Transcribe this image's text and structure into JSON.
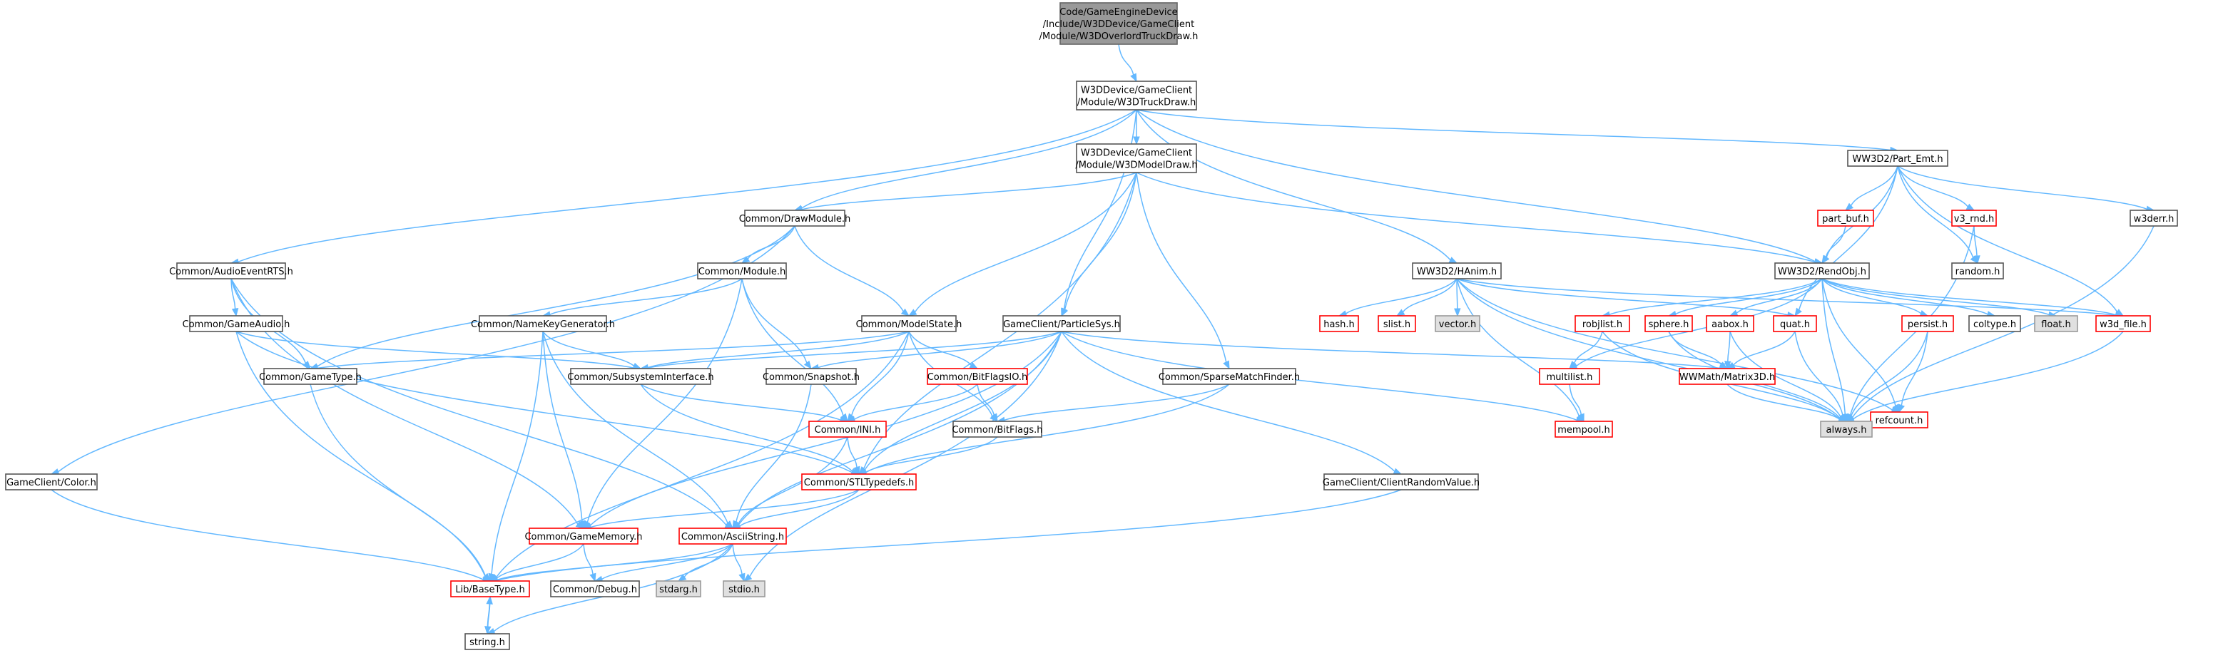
{
  "graph_title": "",
  "nodes": [
    {
      "id": "root",
      "lines": [
        "Code/GameEngineDevice",
        "/Include/W3DDevice/GameClient",
        "/Module/W3DOverlordTruckDraw.h"
      ],
      "style": "root",
      "link": false
    },
    {
      "id": "truckdraw",
      "lines": [
        "W3DDevice/GameClient",
        "/Module/W3DTruckDraw.h"
      ],
      "style": "plain",
      "link": true
    },
    {
      "id": "modeldraw",
      "lines": [
        "W3DDevice/GameClient",
        "/Module/W3DModelDraw.h"
      ],
      "style": "plain",
      "link": true
    },
    {
      "id": "partemt",
      "lines": [
        "WW3D2/Part_Emt.h"
      ],
      "style": "plain",
      "link": true
    },
    {
      "id": "drawmodule",
      "lines": [
        "Common/DrawModule.h"
      ],
      "style": "plain",
      "link": true
    },
    {
      "id": "audioevent",
      "lines": [
        "Common/AudioEventRTS.h"
      ],
      "style": "plain",
      "link": true
    },
    {
      "id": "module",
      "lines": [
        "Common/Module.h"
      ],
      "style": "plain",
      "link": true
    },
    {
      "id": "hanim",
      "lines": [
        "WW3D2/HAnim.h"
      ],
      "style": "plain",
      "link": true
    },
    {
      "id": "partbuf",
      "lines": [
        "part_buf.h"
      ],
      "style": "red",
      "link": true
    },
    {
      "id": "v3rnd",
      "lines": [
        "v3_rnd.h"
      ],
      "style": "red",
      "link": true
    },
    {
      "id": "w3derr",
      "lines": [
        "w3derr.h"
      ],
      "style": "plain",
      "link": true
    },
    {
      "id": "rendobj",
      "lines": [
        "WW3D2/RendObj.h"
      ],
      "style": "plain",
      "link": true
    },
    {
      "id": "random",
      "lines": [
        "random.h"
      ],
      "style": "plain",
      "link": true
    },
    {
      "id": "gameaudio",
      "lines": [
        "Common/GameAudio.h"
      ],
      "style": "plain",
      "link": true
    },
    {
      "id": "namekey",
      "lines": [
        "Common/NameKeyGenerator.h"
      ],
      "style": "plain",
      "link": true
    },
    {
      "id": "modelstate",
      "lines": [
        "Common/ModelState.h"
      ],
      "style": "plain",
      "link": true
    },
    {
      "id": "particlesys",
      "lines": [
        "GameClient/ParticleSys.h"
      ],
      "style": "plain",
      "link": true
    },
    {
      "id": "hash",
      "lines": [
        "hash.h"
      ],
      "style": "red",
      "link": true
    },
    {
      "id": "slist",
      "lines": [
        "slist.h"
      ],
      "style": "red",
      "link": true
    },
    {
      "id": "vector",
      "lines": [
        "vector.h"
      ],
      "style": "grey",
      "link": false
    },
    {
      "id": "robjlist",
      "lines": [
        "robjlist.h"
      ],
      "style": "red",
      "link": true
    },
    {
      "id": "sphere",
      "lines": [
        "sphere.h"
      ],
      "style": "red",
      "link": true
    },
    {
      "id": "aabox",
      "lines": [
        "aabox.h"
      ],
      "style": "red",
      "link": true
    },
    {
      "id": "quat",
      "lines": [
        "quat.h"
      ],
      "style": "red",
      "link": true
    },
    {
      "id": "persist",
      "lines": [
        "persist.h"
      ],
      "style": "red",
      "link": true
    },
    {
      "id": "coltype",
      "lines": [
        "coltype.h"
      ],
      "style": "plain",
      "link": true
    },
    {
      "id": "float",
      "lines": [
        "float.h"
      ],
      "style": "grey",
      "link": false
    },
    {
      "id": "w3dfile",
      "lines": [
        "w3d_file.h"
      ],
      "style": "red",
      "link": true
    },
    {
      "id": "gametype",
      "lines": [
        "Common/GameType.h"
      ],
      "style": "plain",
      "link": true
    },
    {
      "id": "subsystem",
      "lines": [
        "Common/SubsystemInterface.h"
      ],
      "style": "plain",
      "link": true
    },
    {
      "id": "snapshot",
      "lines": [
        "Common/Snapshot.h"
      ],
      "style": "plain",
      "link": true
    },
    {
      "id": "bitflagsio",
      "lines": [
        "Common/BitFlagsIO.h"
      ],
      "style": "red",
      "link": true
    },
    {
      "id": "sparsematch",
      "lines": [
        "Common/SparseMatchFinder.h"
      ],
      "style": "plain",
      "link": true
    },
    {
      "id": "multilist",
      "lines": [
        "multilist.h"
      ],
      "style": "red",
      "link": true
    },
    {
      "id": "wwmatrix",
      "lines": [
        "WWMath/Matrix3D.h"
      ],
      "style": "red",
      "link": true
    },
    {
      "id": "refcount",
      "lines": [
        "refcount.h"
      ],
      "style": "red",
      "link": true
    },
    {
      "id": "ini",
      "lines": [
        "Common/INI.h"
      ],
      "style": "red",
      "link": true
    },
    {
      "id": "bitflags",
      "lines": [
        "Common/BitFlags.h"
      ],
      "style": "plain",
      "link": true
    },
    {
      "id": "mempool",
      "lines": [
        "mempool.h"
      ],
      "style": "red",
      "link": true
    },
    {
      "id": "always",
      "lines": [
        "always.h"
      ],
      "style": "grey",
      "link": false
    },
    {
      "id": "color",
      "lines": [
        "GameClient/Color.h"
      ],
      "style": "plain",
      "link": true
    },
    {
      "id": "stltypedefs",
      "lines": [
        "Common/STLTypedefs.h"
      ],
      "style": "red",
      "link": true
    },
    {
      "id": "clientrandom",
      "lines": [
        "GameClient/ClientRandomValue.h"
      ],
      "style": "plain",
      "link": true
    },
    {
      "id": "gamememory",
      "lines": [
        "Common/GameMemory.h"
      ],
      "style": "red",
      "link": true
    },
    {
      "id": "asciistring",
      "lines": [
        "Common/AsciiString.h"
      ],
      "style": "red",
      "link": true
    },
    {
      "id": "basetype",
      "lines": [
        "Lib/BaseType.h"
      ],
      "style": "red",
      "link": true
    },
    {
      "id": "debug",
      "lines": [
        "Common/Debug.h"
      ],
      "style": "plain",
      "link": true
    },
    {
      "id": "stdarg",
      "lines": [
        "stdarg.h"
      ],
      "style": "grey",
      "link": false
    },
    {
      "id": "stdio",
      "lines": [
        "stdio.h"
      ],
      "style": "grey",
      "link": false
    },
    {
      "id": "string",
      "lines": [
        "string.h"
      ],
      "style": "plain",
      "link": true
    }
  ],
  "edges": [
    [
      "root",
      "truckdraw"
    ],
    [
      "truckdraw",
      "modeldraw"
    ],
    [
      "truckdraw",
      "partemt"
    ],
    [
      "truckdraw",
      "drawmodule"
    ],
    [
      "truckdraw",
      "audioevent"
    ],
    [
      "truckdraw",
      "hanim"
    ],
    [
      "truckdraw",
      "rendobj"
    ],
    [
      "truckdraw",
      "particlesys"
    ],
    [
      "modeldraw",
      "drawmodule"
    ],
    [
      "modeldraw",
      "rendobj"
    ],
    [
      "modeldraw",
      "modelstate"
    ],
    [
      "modeldraw",
      "particlesys"
    ],
    [
      "modeldraw",
      "sparsematch"
    ],
    [
      "modeldraw",
      "stltypedefs"
    ],
    [
      "partemt",
      "partbuf"
    ],
    [
      "partemt",
      "v3rnd"
    ],
    [
      "partemt",
      "w3derr"
    ],
    [
      "partemt",
      "rendobj"
    ],
    [
      "partemt",
      "random"
    ],
    [
      "partemt",
      "quat"
    ],
    [
      "partemt",
      "w3dfile"
    ],
    [
      "partbuf",
      "rendobj"
    ],
    [
      "v3rnd",
      "random"
    ],
    [
      "v3rnd",
      "always"
    ],
    [
      "w3derr",
      "always"
    ],
    [
      "drawmodule",
      "module"
    ],
    [
      "drawmodule",
      "modelstate"
    ],
    [
      "drawmodule",
      "gametype"
    ],
    [
      "drawmodule",
      "color"
    ],
    [
      "audioevent",
      "gameaudio"
    ],
    [
      "audioevent",
      "gametype"
    ],
    [
      "audioevent",
      "gamememory"
    ],
    [
      "audioevent",
      "asciistring"
    ],
    [
      "module",
      "namekey"
    ],
    [
      "module",
      "snapshot"
    ],
    [
      "module",
      "ini"
    ],
    [
      "module",
      "gamememory"
    ],
    [
      "hanim",
      "hash"
    ],
    [
      "hanim",
      "slist"
    ],
    [
      "hanim",
      "vector"
    ],
    [
      "hanim",
      "quat"
    ],
    [
      "hanim",
      "refcount"
    ],
    [
      "hanim",
      "always"
    ],
    [
      "hanim",
      "w3dfile"
    ],
    [
      "hanim",
      "mempool"
    ],
    [
      "rendobj",
      "robjlist"
    ],
    [
      "rendobj",
      "sphere"
    ],
    [
      "rendobj",
      "aabox"
    ],
    [
      "rendobj",
      "persist"
    ],
    [
      "rendobj",
      "coltype"
    ],
    [
      "rendobj",
      "float"
    ],
    [
      "rendobj",
      "w3dfile"
    ],
    [
      "rendobj",
      "refcount"
    ],
    [
      "rendobj",
      "always"
    ],
    [
      "rendobj",
      "multilist"
    ],
    [
      "gameaudio",
      "subsystem"
    ],
    [
      "gameaudio",
      "stltypedefs"
    ],
    [
      "gameaudio",
      "basetype"
    ],
    [
      "namekey",
      "subsystem"
    ],
    [
      "namekey",
      "gamememory"
    ],
    [
      "namekey",
      "asciistring"
    ],
    [
      "namekey",
      "basetype"
    ],
    [
      "modelstate",
      "gametype"
    ],
    [
      "modelstate",
      "bitflagsio"
    ],
    [
      "modelstate",
      "bitflags"
    ],
    [
      "modelstate",
      "ini"
    ],
    [
      "modelstate",
      "basetype"
    ],
    [
      "modelstate",
      "subsystem"
    ],
    [
      "particlesys",
      "subsystem"
    ],
    [
      "particlesys",
      "snapshot"
    ],
    [
      "particlesys",
      "clientrandom"
    ],
    [
      "particlesys",
      "asciistring"
    ],
    [
      "particlesys",
      "stltypedefs"
    ],
    [
      "particlesys",
      "wwmatrix"
    ],
    [
      "particlesys",
      "mempool"
    ],
    [
      "particlesys",
      "stdio"
    ],
    [
      "particlesys",
      "gamememory"
    ],
    [
      "robjlist",
      "multilist"
    ],
    [
      "robjlist",
      "always"
    ],
    [
      "sphere",
      "wwmatrix"
    ],
    [
      "sphere",
      "always"
    ],
    [
      "aabox",
      "wwmatrix"
    ],
    [
      "aabox",
      "always"
    ],
    [
      "quat",
      "wwmatrix"
    ],
    [
      "quat",
      "always"
    ],
    [
      "persist",
      "refcount"
    ],
    [
      "persist",
      "always"
    ],
    [
      "w3dfile",
      "always"
    ],
    [
      "gametype",
      "basetype"
    ],
    [
      "subsystem",
      "stltypedefs"
    ],
    [
      "subsystem",
      "ini"
    ],
    [
      "snapshot",
      "asciistring"
    ],
    [
      "bitflagsio",
      "ini"
    ],
    [
      "bitflagsio",
      "bitflags"
    ],
    [
      "sparsematch",
      "bitflags"
    ],
    [
      "sparsematch",
      "stltypedefs"
    ],
    [
      "multilist",
      "mempool"
    ],
    [
      "wwmatrix",
      "always"
    ],
    [
      "ini",
      "stltypedefs"
    ],
    [
      "ini",
      "asciistring"
    ],
    [
      "bitflags",
      "stltypedefs"
    ],
    [
      "color",
      "basetype"
    ],
    [
      "stltypedefs",
      "gamememory"
    ],
    [
      "stltypedefs",
      "asciistring"
    ],
    [
      "clientrandom",
      "basetype"
    ],
    [
      "gamememory",
      "basetype"
    ],
    [
      "gamememory",
      "debug"
    ],
    [
      "asciistring",
      "basetype"
    ],
    [
      "asciistring",
      "debug"
    ],
    [
      "asciistring",
      "stdarg"
    ],
    [
      "asciistring",
      "stdio"
    ],
    [
      "asciistring",
      "string"
    ],
    [
      "basetype",
      "string"
    ],
    [
      "string",
      "basetype"
    ]
  ]
}
